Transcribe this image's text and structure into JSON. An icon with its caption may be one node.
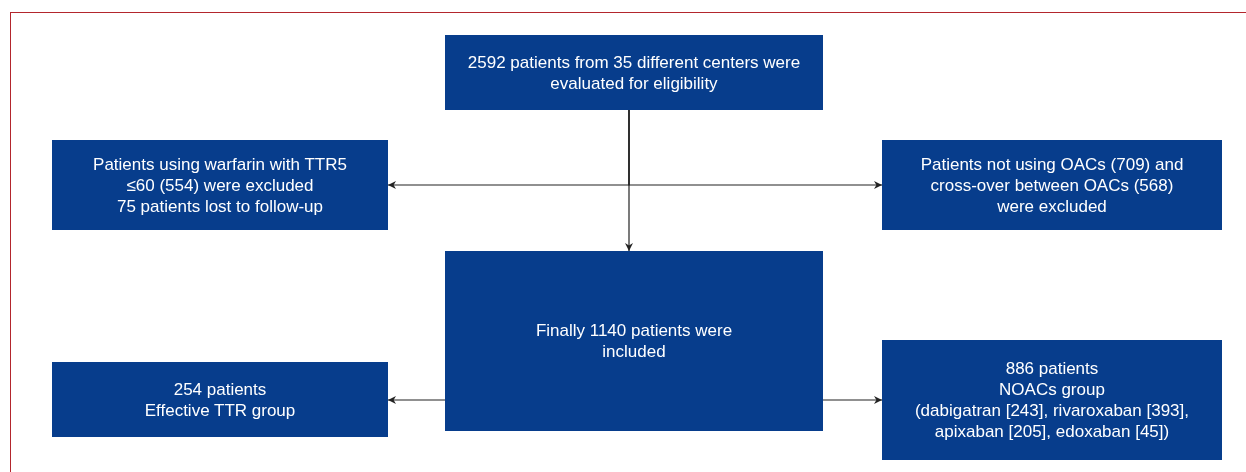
{
  "diagram": {
    "nodes": [
      {
        "text": [
          "2592 patients from 35 different centers were evaluated for eligibility"
        ]
      },
      {
        "text": [
          "Patients using warfarin with TTR5 ≤60 (554) were excluded",
          "75 patients lost to follow-up"
        ]
      },
      {
        "text": [
          "Patients not using OACs (709) and cross-over between OACs (568) were excluded"
        ]
      },
      {
        "text": [
          "Finally 1140 patients were included"
        ]
      },
      {
        "text": [
          "254 patients",
          "Effective TTR group"
        ]
      },
      {
        "text": [
          "886 patients",
          "NOACs group",
          "(dabigatran [243], rivaroxaban [393], apixaban [205], edoxaban [45])"
        ]
      }
    ],
    "edges": [
      {
        "from": 0,
        "to": 1,
        "arrow": "to"
      },
      {
        "from": 0,
        "to": 2,
        "arrow": "to"
      },
      {
        "from": 0,
        "to": 3,
        "arrow": "to"
      },
      {
        "from": 3,
        "to": 4,
        "arrow": "to"
      },
      {
        "from": 3,
        "to": 5,
        "arrow": "to"
      }
    ]
  }
}
